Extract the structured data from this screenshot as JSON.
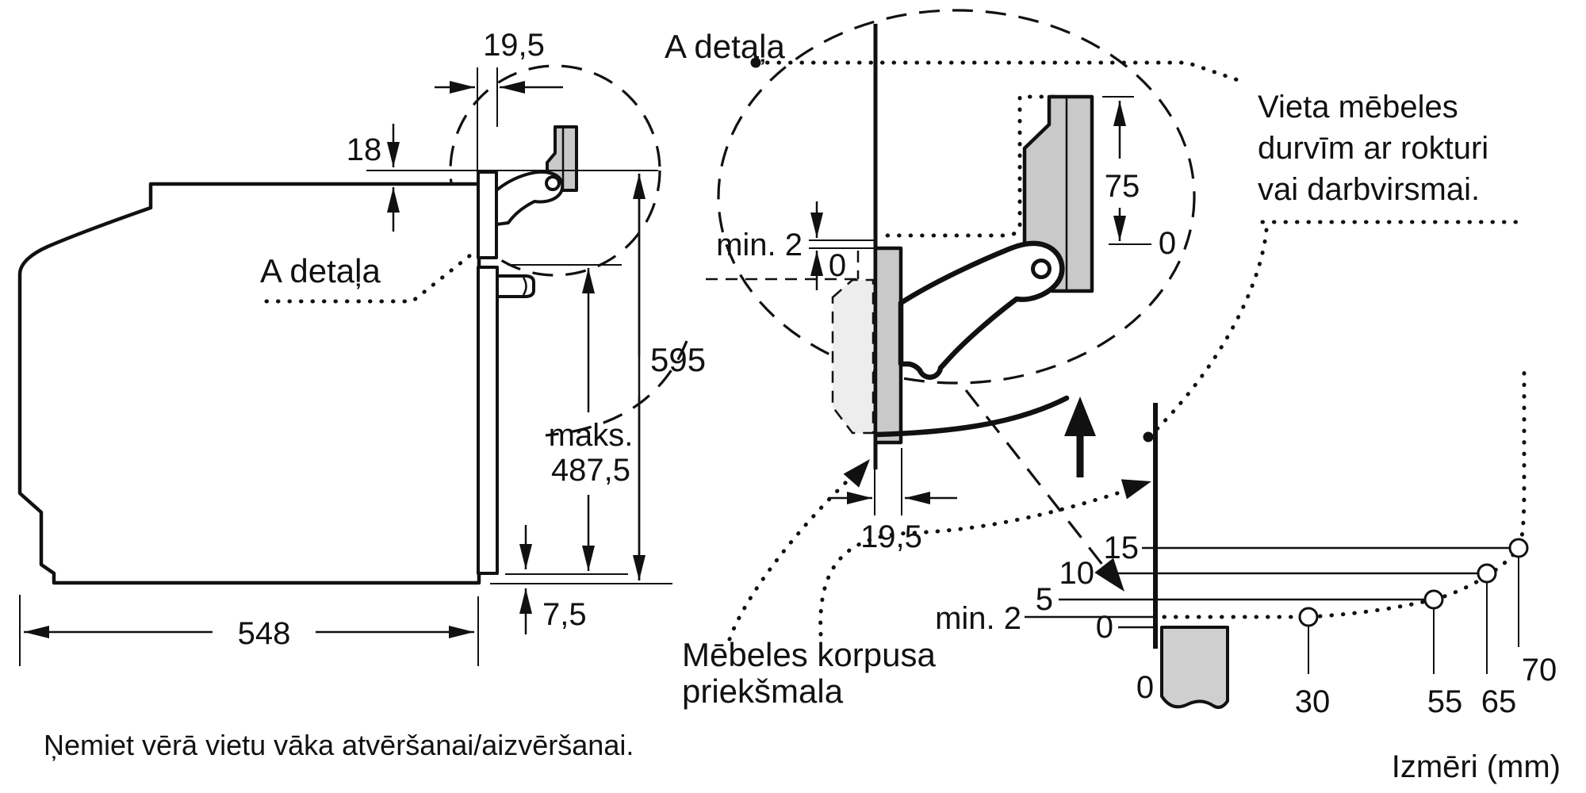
{
  "page": {
    "footer_note": "Ņemiet vērā vietu vāka atvēršanai/aizvēršanai.",
    "units_label": "Izmēri (mm)"
  },
  "detail_labels": {
    "left": "A detaļa",
    "center": "A detaļa"
  },
  "left_view_dims": {
    "fascia_depth": "19,5",
    "top_gap": "18",
    "height": "595",
    "max_line1": "maks.",
    "max_line2": "487,5",
    "bottom_lip": "7,5",
    "depth": "548"
  },
  "detail_dims": {
    "front_gap": "min. 2",
    "front_zero": "0",
    "door_travel": "75",
    "door_zero": "0",
    "fascia_depth": "19,5"
  },
  "notes": {
    "door_space": [
      "Vieta mēbeles",
      "durvīm ar rokturi",
      "vai darbvirsmai."
    ],
    "cabinet_front": [
      "Mēbeles korpusa",
      "priekšmala"
    ]
  },
  "chart_data": {
    "type": "line",
    "x_tick_labels": [
      "0",
      "30",
      "55",
      "65",
      "70"
    ],
    "y_tick_labels": [
      "15",
      "10",
      "5",
      "min. 2",
      "0"
    ],
    "points": [
      {
        "x": 30,
        "y": 2
      },
      {
        "x": 55,
        "y": 5
      },
      {
        "x": 65,
        "y": 10
      },
      {
        "x": 70,
        "y": 15
      }
    ],
    "grid": false,
    "legend": false
  },
  "colors": {
    "line": "#111111",
    "panel_gray": "#c9c9c9",
    "door_space_gray": "#ededed",
    "chart_panel_gray": "#cfcfcf"
  }
}
